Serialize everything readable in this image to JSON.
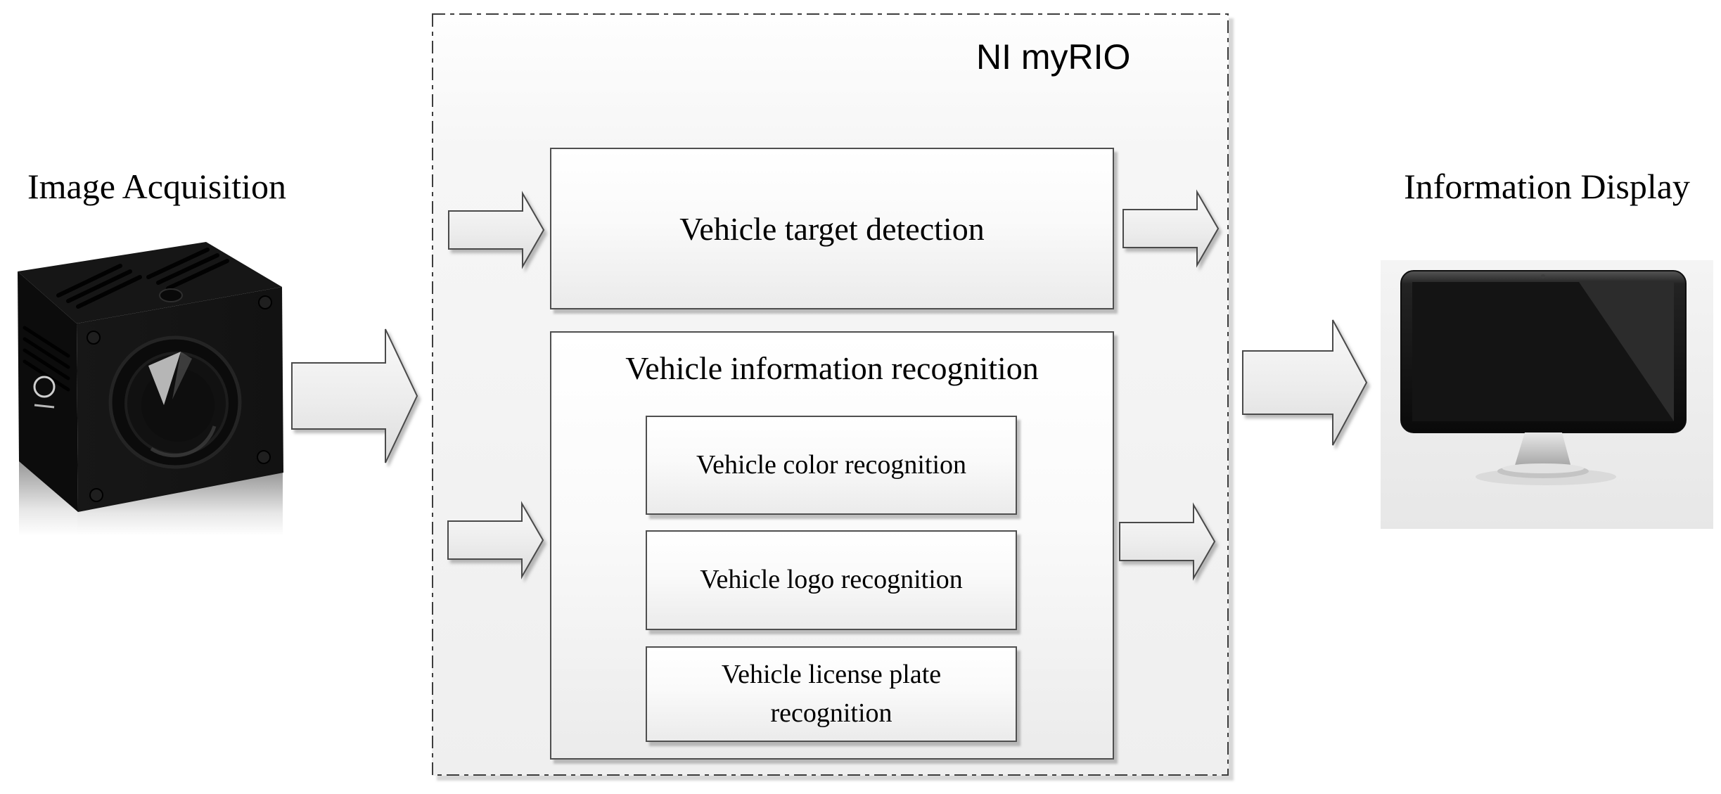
{
  "labels": {
    "image_acquisition": "Image Acquisition",
    "information_display": "Information Display"
  },
  "container": {
    "title": "NI myRIO"
  },
  "boxes": {
    "target_detection": "Vehicle target detection",
    "info_recognition_title": "Vehicle information recognition",
    "sub": [
      "Vehicle color recognition",
      "Vehicle logo recognition",
      "Vehicle license plate recognition"
    ]
  },
  "icons": {
    "camera": "industrial-camera-photo",
    "monitor": "desktop-monitor-photo",
    "arrow": "block-arrow-right"
  },
  "colors": {
    "box_border": "#4f4f4f",
    "dashed_border": "#3d3d3d",
    "container_fill": "#efefef",
    "arrow_fill": "#ececec",
    "shadow": "#bdbdbd",
    "text": "#000000"
  }
}
